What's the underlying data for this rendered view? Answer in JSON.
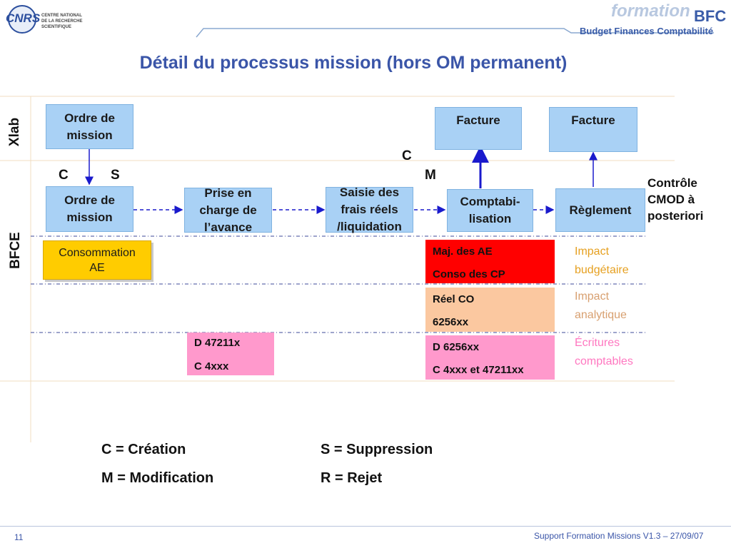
{
  "header": {
    "cnrs_logo": "CNRS",
    "cnrs_text": [
      "CENTRE NATIONAL",
      "DE LA RECHERCHE",
      "SCIENTIFIQUE"
    ],
    "formation": "formation",
    "bfc": "BFC",
    "subtitle": "Budget Finances Comptabilité"
  },
  "title": "Détail du processus mission (hors OM permanent)",
  "rows": {
    "xlab": "Xlab",
    "bfce": "BFCE"
  },
  "xlab_boxes": {
    "ordre": "Ordre de mission",
    "facture1": "Facture",
    "facture2": "Facture"
  },
  "bfce_boxes": {
    "ordre": "Ordre de mission",
    "prise": "Prise en charge de l’avance",
    "saisie": "Saisie des frais réels /liquidation",
    "compta": "Comptabi-lisation",
    "reglement": "Règlement"
  },
  "flags": {
    "c1": "C",
    "s1": "S",
    "c2": "C",
    "m2": "M"
  },
  "controle": "Contrôle CMOD à posteriori",
  "consommation": "Consommation AE",
  "cells": {
    "maj": "Maj. des AE",
    "conso": "Conso des CP",
    "reel": "Réel CO",
    "code6256": "6256xx",
    "d47211": "D 47211x",
    "c4xxx": "C 4xxx",
    "d6256": "D 6256xx",
    "c4xxx47211": "C 4xxx et 47211xx"
  },
  "impacts": {
    "budgetaire": [
      "Impact",
      "budgétaire"
    ],
    "analytique": [
      "Impact",
      "analytique"
    ],
    "ecritures": [
      "Écritures",
      "comptables"
    ]
  },
  "legend": {
    "c": "C = Création",
    "s": "S = Suppression",
    "m": "M = Modification",
    "r": "R = Rejet"
  },
  "footer": {
    "page": "11",
    "text": "Support Formation Missions V1.3 – 27/09/07"
  },
  "colors": {
    "title": "#3a55a8",
    "box_blue": "#a9d1f5",
    "consommation": "#ffcc00",
    "red": "#ff0000",
    "peach": "#fbc8a0",
    "pink": "#ff99cc",
    "impact_budget": "#e6a020",
    "impact_analytique": "#d8a070",
    "ecritures": "#ff77c0",
    "arrow": "#1a1acc"
  }
}
